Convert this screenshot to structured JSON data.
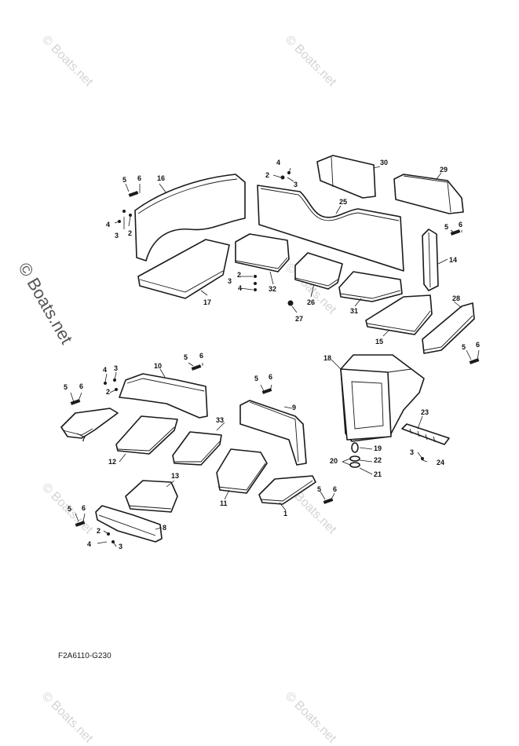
{
  "diagram": {
    "reference_code": "F2A6110-G230",
    "watermark": "© Boats.net",
    "callouts": {
      "n1": "1",
      "n2": "2",
      "n3": "3",
      "n4": "4",
      "n5": "5",
      "n6": "6",
      "n7": "7",
      "n8": "8",
      "n9": "9",
      "n10": "10",
      "n11": "11",
      "n12": "12",
      "n13": "13",
      "n14": "14",
      "n15": "15",
      "n16": "16",
      "n17": "17",
      "n18": "18",
      "n19": "19",
      "n20": "20",
      "n21": "21",
      "n22": "22",
      "n23": "23",
      "n24": "24",
      "n25": "25",
      "n26": "26",
      "n27": "27",
      "n28": "28",
      "n29": "29",
      "n30": "30",
      "n31": "31",
      "n32": "32",
      "n33": "33"
    }
  }
}
